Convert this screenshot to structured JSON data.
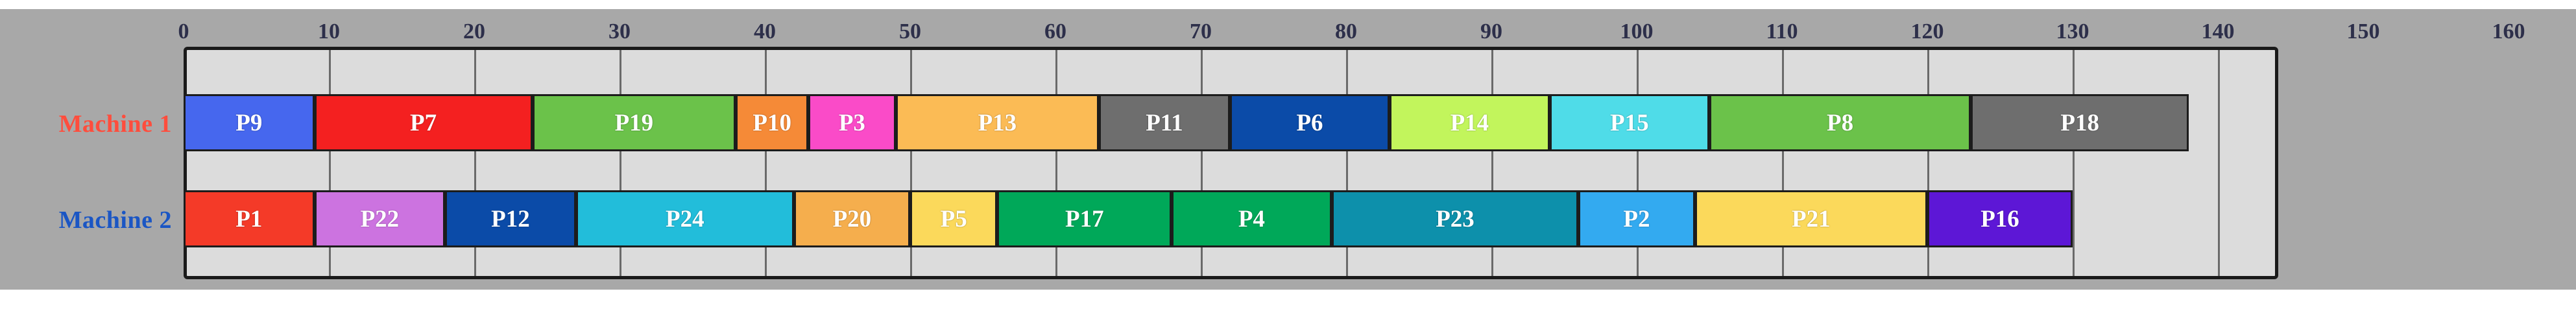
{
  "chart_data": {
    "type": "bar",
    "subtype": "gantt",
    "title": "",
    "xlabel": "",
    "ylabel": "",
    "xlim": [
      0,
      160
    ],
    "ylim": [
      0,
      2
    ],
    "grid": true,
    "legend": "none",
    "x_ticks": [
      0,
      10,
      20,
      30,
      40,
      50,
      60,
      70,
      80,
      90,
      100,
      110,
      120,
      130,
      140,
      150,
      160
    ],
    "x_tick_labels": [
      "0",
      "10",
      "20",
      "30",
      "40",
      "50",
      "60",
      "70",
      "80",
      "90",
      "100",
      "110",
      "120",
      "130",
      "140",
      "150",
      "160"
    ],
    "categories": [
      "Machine 1",
      "Machine 2"
    ],
    "series": [
      {
        "name": "Machine 1",
        "label_color": "#ff4d3d",
        "tasks": [
          {
            "label": "P9",
            "start": 0,
            "end": 9,
            "duration": 9,
            "color": "#4667ee"
          },
          {
            "label": "P7",
            "start": 9,
            "end": 24,
            "duration": 15,
            "color": "#f42020"
          },
          {
            "label": "P19",
            "start": 24,
            "end": 38,
            "duration": 14,
            "color": "#6bc24a"
          },
          {
            "label": "P10",
            "start": 38,
            "end": 43,
            "duration": 5,
            "color": "#f58a37"
          },
          {
            "label": "P3",
            "start": 43,
            "end": 49,
            "duration": 6,
            "color": "#fa4bc8"
          },
          {
            "label": "P13",
            "start": 49,
            "end": 63,
            "duration": 14,
            "color": "#fbbb55"
          },
          {
            "label": "P11",
            "start": 63,
            "end": 72,
            "duration": 9,
            "color": "#6e6e6e"
          },
          {
            "label": "P6",
            "start": 72,
            "end": 83,
            "duration": 11,
            "color": "#0b4ba8"
          },
          {
            "label": "P14",
            "start": 83,
            "end": 94,
            "duration": 11,
            "color": "#c2f55c"
          },
          {
            "label": "P15",
            "start": 94,
            "end": 105,
            "duration": 11,
            "color": "#4fdce8"
          },
          {
            "label": "P8",
            "start": 105,
            "end": 123,
            "duration": 18,
            "color": "#6bc24a"
          },
          {
            "label": "P18",
            "start": 123,
            "end": 138,
            "duration": 15,
            "color": "#6e6e6e"
          }
        ]
      },
      {
        "name": "Machine 2",
        "label_color": "#1b56c4",
        "tasks": [
          {
            "label": "P1",
            "start": 0,
            "end": 9,
            "duration": 9,
            "color": "#f43a28"
          },
          {
            "label": "P22",
            "start": 9,
            "end": 18,
            "duration": 9,
            "color": "#cc73e0"
          },
          {
            "label": "P12",
            "start": 18,
            "end": 27,
            "duration": 9,
            "color": "#0b4ba8"
          },
          {
            "label": "P24",
            "start": 27,
            "end": 42,
            "duration": 15,
            "color": "#22bdda"
          },
          {
            "label": "P20",
            "start": 42,
            "end": 50,
            "duration": 8,
            "color": "#f5ae4d"
          },
          {
            "label": "P5",
            "start": 50,
            "end": 56,
            "duration": 6,
            "color": "#fbd95b"
          },
          {
            "label": "P17",
            "start": 56,
            "end": 68,
            "duration": 12,
            "color": "#00a859"
          },
          {
            "label": "P4",
            "start": 68,
            "end": 79,
            "duration": 11,
            "color": "#00a859"
          },
          {
            "label": "P23",
            "start": 79,
            "end": 96,
            "duration": 17,
            "color": "#0d90ab"
          },
          {
            "label": "P2",
            "start": 96,
            "end": 104,
            "duration": 8,
            "color": "#33aaf0"
          },
          {
            "label": "P21",
            "start": 104,
            "end": 120,
            "duration": 16,
            "color": "#fbd95b"
          },
          {
            "label": "P16",
            "start": 120,
            "end": 130,
            "duration": 10,
            "color": "#5d17d6"
          }
        ]
      }
    ]
  },
  "colors": {
    "panel_background": "#a8a8a8",
    "plot_background": "#dcdcdc",
    "frame": "#1a1a1a",
    "gridline": "#6a6a6a",
    "tick_label": "#2d2f4a",
    "machine1_label": "#ff4d3d",
    "machine2_label": "#1b56c4"
  }
}
